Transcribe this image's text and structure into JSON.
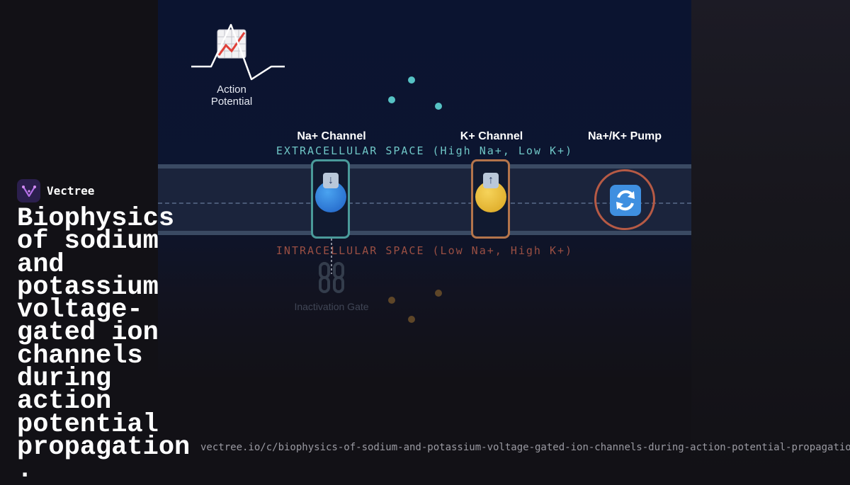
{
  "brand": {
    "name": "Vectree"
  },
  "title": "Biophysics of sodium and potassium voltage-gated ion channels during action potential propagation.",
  "url": "vectree.io/c/biophysics-of-sodium-and-potassium-voltage-gated-ion-channels-during-action-potential-propagation",
  "diagram": {
    "action_potential_label": "Action Potential",
    "extracellular_label": "EXTRACELLULAR SPACE (High Na+, Low K+)",
    "intracellular_label": "INTRACELLULAR SPACE (Low Na+, High K+)",
    "na_channel_label": "Na+ Channel",
    "k_channel_label": "K+ Channel",
    "pump_label": "Na+/K+ Pump",
    "inactivation_gate_label": "Inactivation Gate"
  },
  "icons": {
    "chart": "chart-increasing-icon",
    "na_direction": "arrow-down-icon",
    "k_direction": "arrow-up-icon",
    "pump": "counterclockwise-arrows-icon",
    "gate": "chain-link-icon"
  },
  "colors": {
    "na_ion": "#3f8ee8",
    "k_ion": "#f0c440",
    "na_channel_border": "#4a9a9a",
    "k_channel_border": "#b3744b",
    "pump_border": "#b65a45",
    "extracellular_text": "#6fc6c6",
    "intracellular_text": "#9a4f43"
  }
}
